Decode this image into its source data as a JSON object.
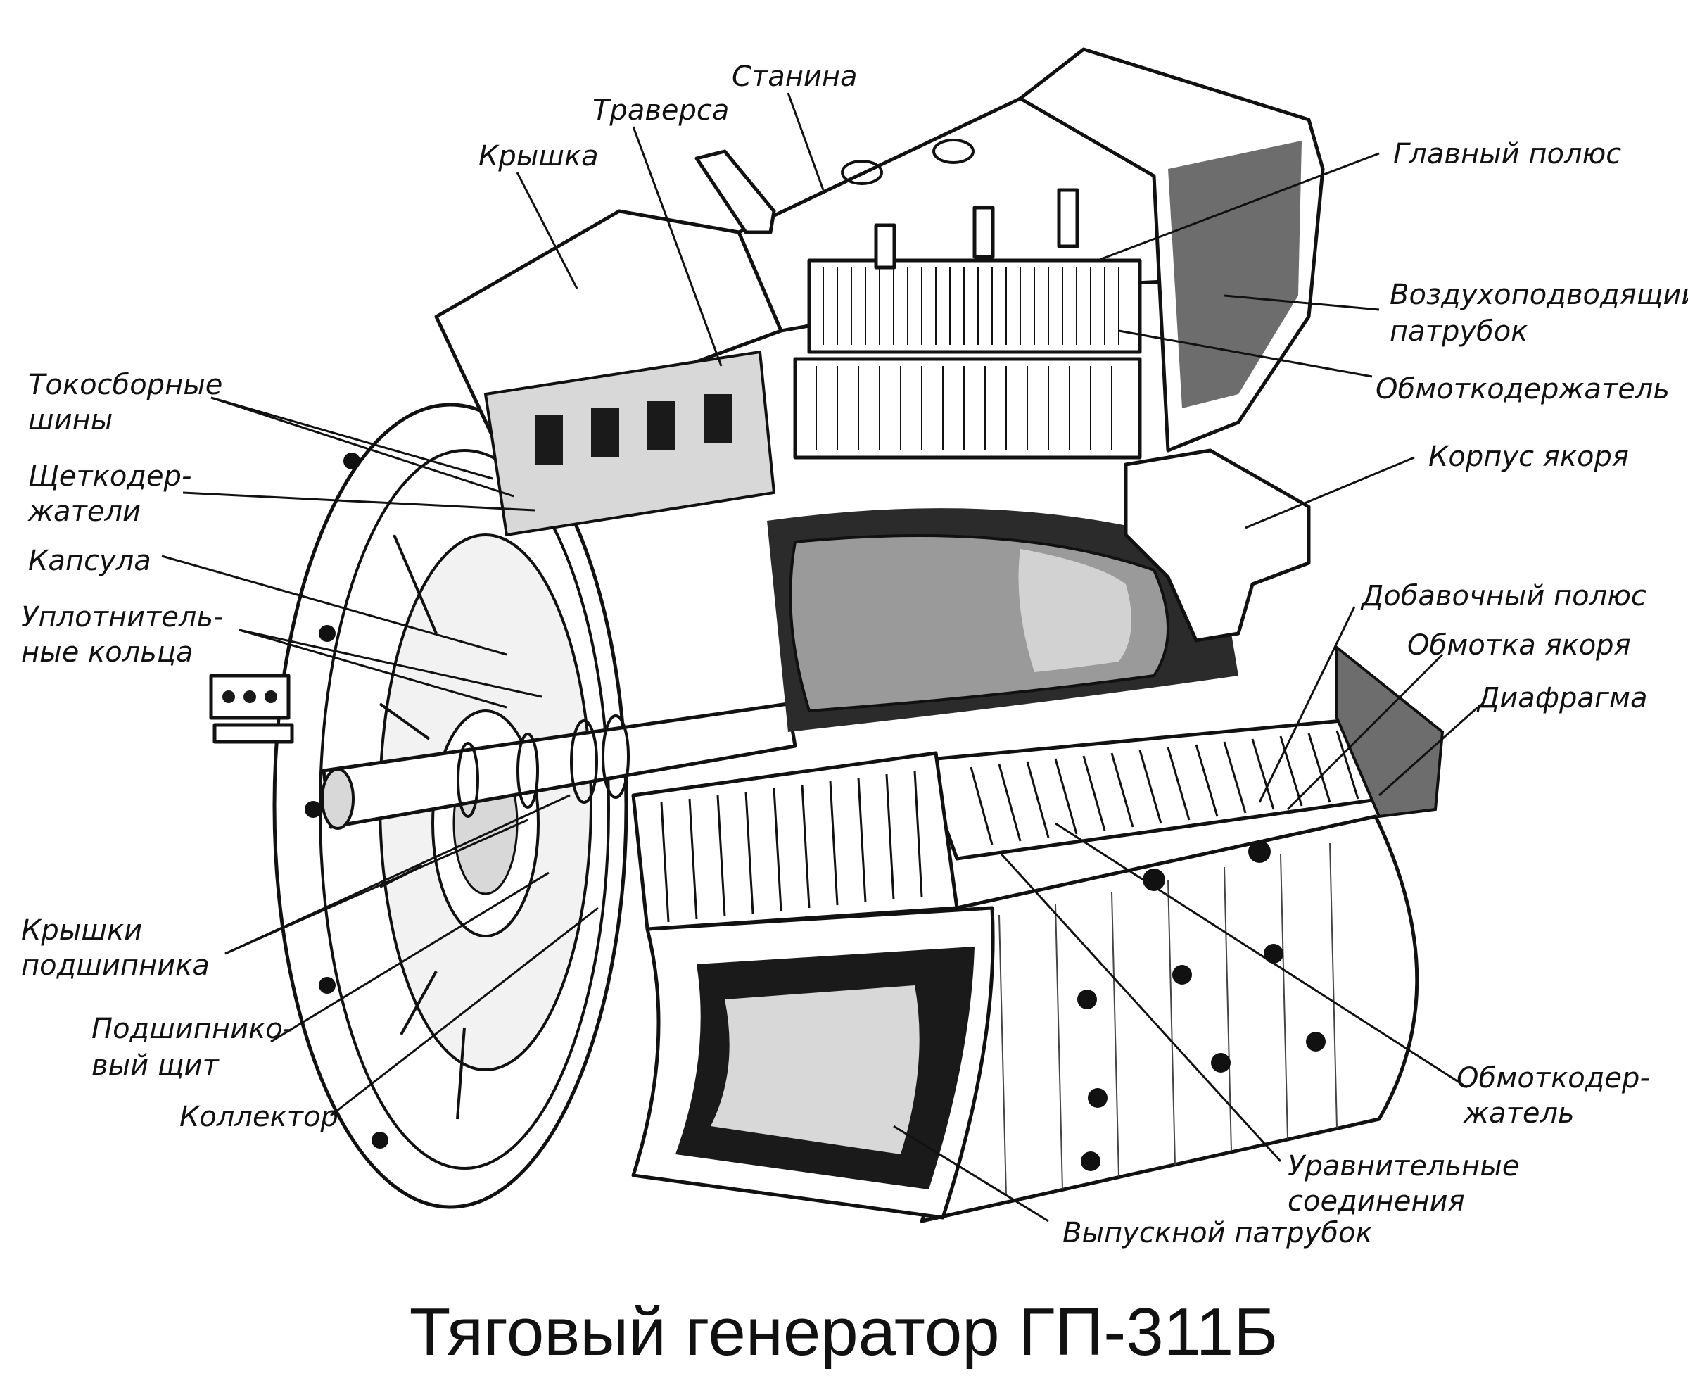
{
  "title": "Тяговый генератор ГП-311Б",
  "labels": {
    "stanina": "Станина",
    "traversa": "Траверса",
    "kryshka": "Крышка",
    "glavny_polyus": "Главный полюс",
    "vozdukhopodvod_1": "Воздухоподводящий",
    "vozdukhopodvod_2": "патрубок",
    "obmotkoderzhatel_top": "Обмоткодержатель",
    "korpus_yakorya": "Корпус якоря",
    "tokosbornye_1": "Токосборные",
    "tokosbornye_2": "шины",
    "shchetkoderzhateli_1": "Щеткодер-",
    "shchetkoderzhateli_2": "жатели",
    "kapsula": "Капсула",
    "uplotnitelnye_1": "Уплотнитель-",
    "uplotnitelnye_2": "ные кольца",
    "dobavochny_polyus": "Добавочный полюс",
    "obmotka_yakorya": "Обмотка якоря",
    "diafragma": "Диафрагма",
    "kryshki_podshipnika_1": "Крышки",
    "kryshki_podshipnika_2": "подшипника",
    "podshipnikovy_shchit_1": "Подшипнико-",
    "podshipnikovy_shchit_2": "вый щит",
    "kollektor": "Коллектор",
    "obmotkoderzhatel_bottom_1": "Обмоткодер-",
    "obmotkoderzhatel_bottom_2": "жатель",
    "uravnitelnye_1": "Уравнительные",
    "uravnitelnye_2": "соединения",
    "vypusknoy_patrubok": "Выпускной патрубок"
  }
}
